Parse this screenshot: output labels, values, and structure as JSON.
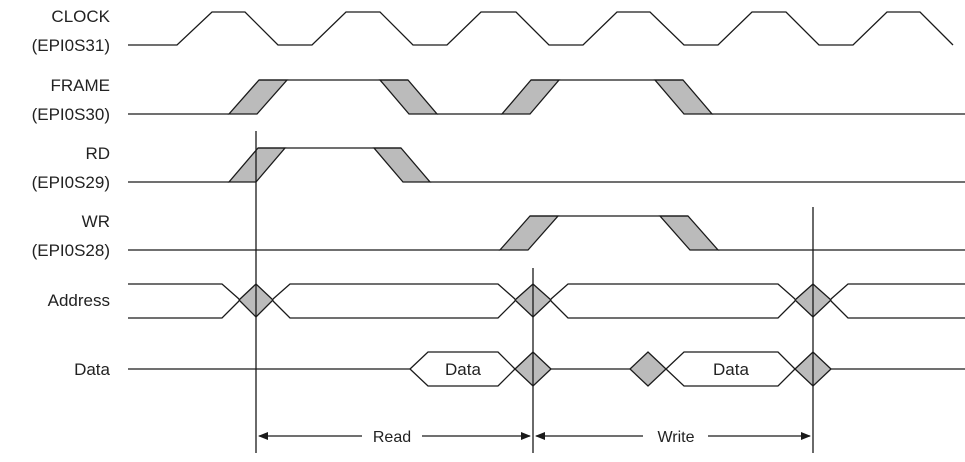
{
  "signals": {
    "clock": {
      "name": "CLOCK",
      "pin": "(EPI0S31)"
    },
    "frame": {
      "name": "FRAME",
      "pin": "(EPI0S30)"
    },
    "rd": {
      "name": "RD",
      "pin": "(EPI0S29)"
    },
    "wr": {
      "name": "WR",
      "pin": "(EPI0S28)"
    },
    "address": {
      "name": "Address"
    },
    "data": {
      "name": "Data"
    }
  },
  "data_boxes": {
    "read_data": "Data",
    "write_data": "Data"
  },
  "periods": {
    "read": "Read",
    "write": "Write"
  },
  "colors": {
    "line": "#1a1a1a",
    "transition_fill": "#bbbbbb"
  }
}
